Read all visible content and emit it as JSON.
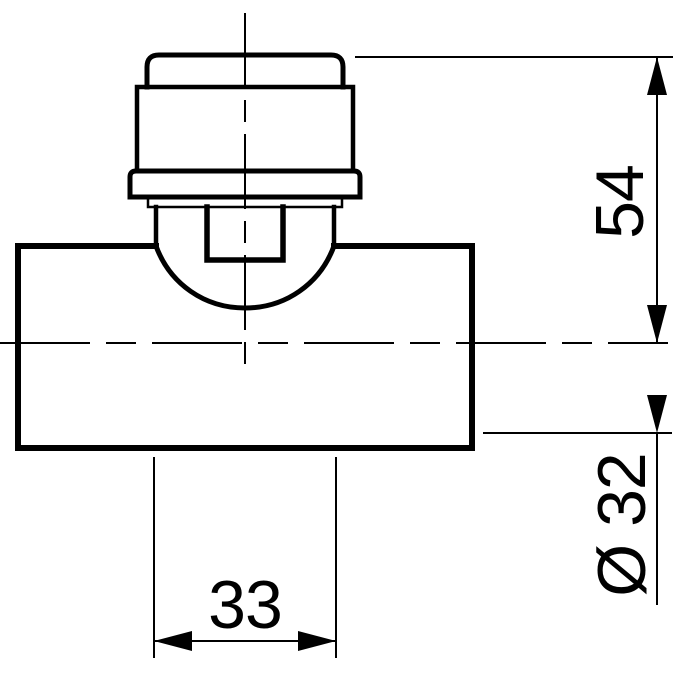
{
  "drawing": {
    "background_color": "#ffffff",
    "line_color": "#000000",
    "dimensions": {
      "height": "54",
      "diameter": "Ø 32",
      "width": "33"
    }
  }
}
